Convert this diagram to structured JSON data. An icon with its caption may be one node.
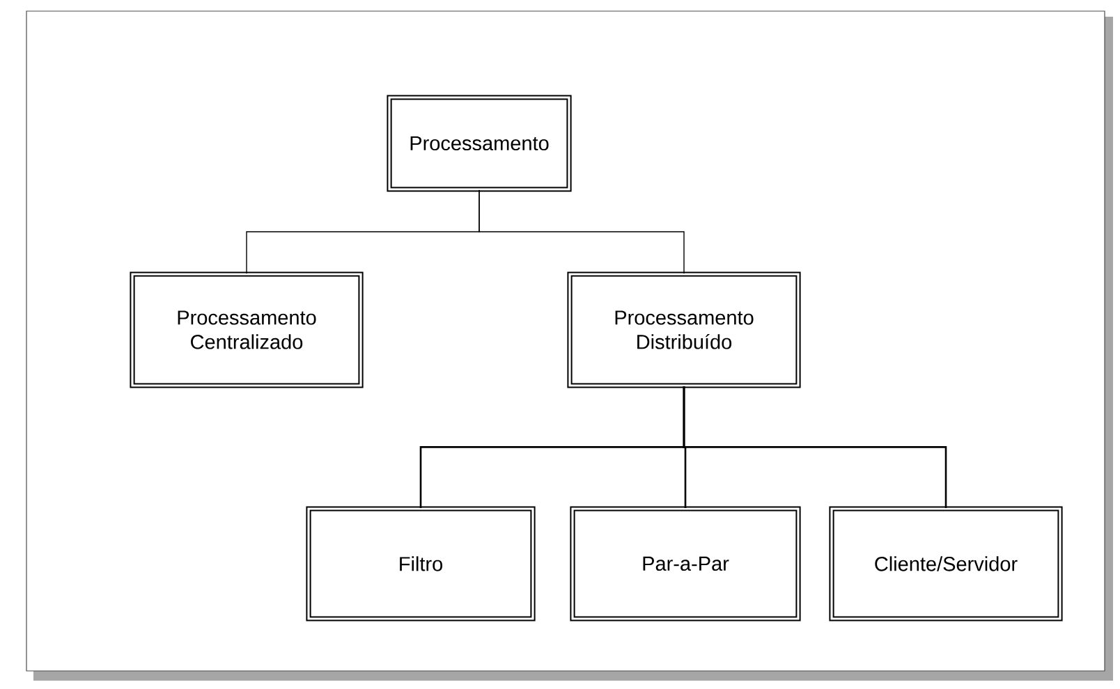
{
  "diagram": {
    "nodes": [
      {
        "text": [
          "Processamento"
        ]
      },
      {
        "text": [
          "Processamento Centralizado"
        ]
      },
      {
        "text": [
          "Processamento Distribuído"
        ]
      },
      {
        "text": [
          "Filtro"
        ]
      },
      {
        "text": [
          "Par-a-Par"
        ]
      },
      {
        "text": [
          "Cliente/Servidor"
        ]
      }
    ],
    "edges": [
      {
        "from": 0,
        "to": 1,
        "arrow": "none"
      },
      {
        "from": 0,
        "to": 2,
        "arrow": "none"
      },
      {
        "from": 2,
        "to": 3,
        "arrow": "none"
      },
      {
        "from": 2,
        "to": 4,
        "arrow": "none"
      },
      {
        "from": 2,
        "to": 5,
        "arrow": "none"
      }
    ]
  }
}
